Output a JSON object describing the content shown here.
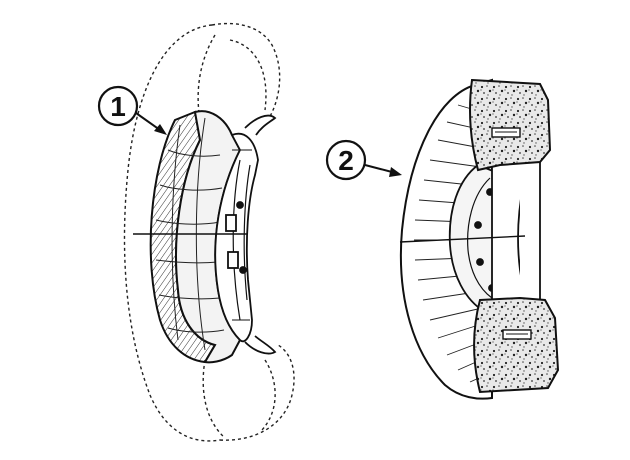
{
  "callouts": [
    {
      "label": "1",
      "part": "brake-shoe-assembly"
    },
    {
      "label": "2",
      "part": "brake-disc-with-caliper-pads"
    }
  ],
  "colors": {
    "ink": "#111111",
    "paper": "#ffffff",
    "hatch": "#333333"
  }
}
